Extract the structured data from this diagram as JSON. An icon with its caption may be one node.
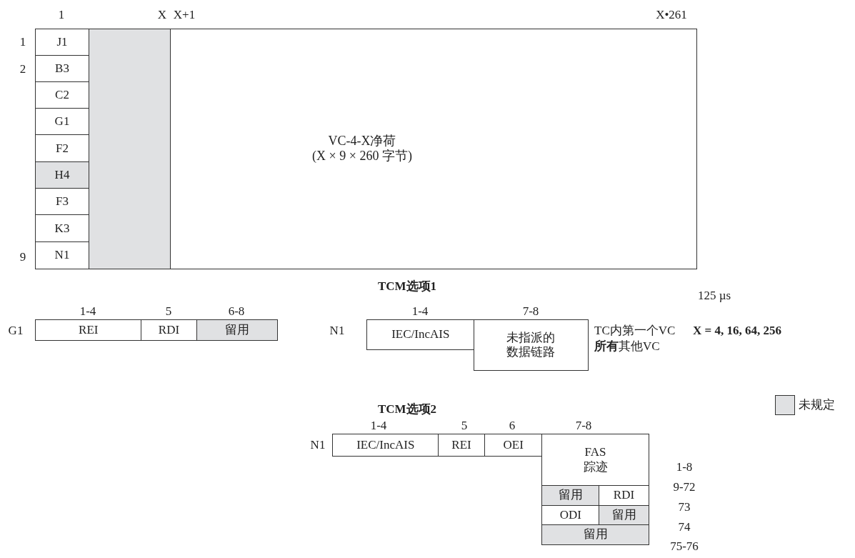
{
  "diagram": {
    "nodes": [
      {
        "text": [
          "J1"
        ]
      },
      {
        "text": [
          "B3"
        ]
      },
      {
        "text": [
          "C2"
        ]
      },
      {
        "text": [
          "G1"
        ]
      },
      {
        "text": [
          "F2"
        ]
      },
      {
        "text": [
          "H4"
        ]
      },
      {
        "text": [
          "F3"
        ]
      },
      {
        "text": [
          "K3"
        ]
      },
      {
        "text": [
          "N1"
        ]
      },
      {
        "text": [],
        "shape": "box"
      },
      {
        "text": [
          "VC-4-X净荷",
          "(X × 9 × 260 字节)"
        ]
      },
      {
        "text": [
          "REI"
        ]
      },
      {
        "text": [
          "RDI"
        ]
      },
      {
        "text": [
          "留用"
        ]
      },
      {
        "text": [
          "IEC/IncAIS"
        ]
      },
      {
        "text": [
          "未指派的数据链路"
        ]
      },
      {
        "text": [
          "IEC/IncAIS"
        ]
      },
      {
        "text": [
          "REI"
        ]
      },
      {
        "text": [
          "OEI"
        ]
      },
      {
        "text": [
          "FAS",
          "踪迹"
        ]
      },
      {
        "text": [
          "留用"
        ]
      },
      {
        "text": [
          "RDI"
        ]
      },
      {
        "text": [
          "ODI"
        ]
      },
      {
        "text": [
          "留用"
        ]
      },
      {
        "text": [
          "留用"
        ]
      }
    ],
    "edges": [],
    "labels": [
      "1",
      "X",
      "X+1",
      "X•261",
      "1",
      "2",
      "9",
      "TCM选项1",
      "125 µs",
      "1-4",
      "5",
      "6-8",
      "1-4",
      "7-8",
      "G1",
      "N1",
      "TC内第一个VC",
      "X = 4, 16, 64, 256",
      "**所有**其他VC",
      "TCM选项2",
      "1-4",
      "5",
      "6",
      "7-8",
      "N1",
      "1-8",
      "9-72",
      "73",
      "74",
      "75-76"
    ],
    "legend": [
      {
        "text": "未规定",
        "color": "#e0e1e3"
      }
    ]
  }
}
